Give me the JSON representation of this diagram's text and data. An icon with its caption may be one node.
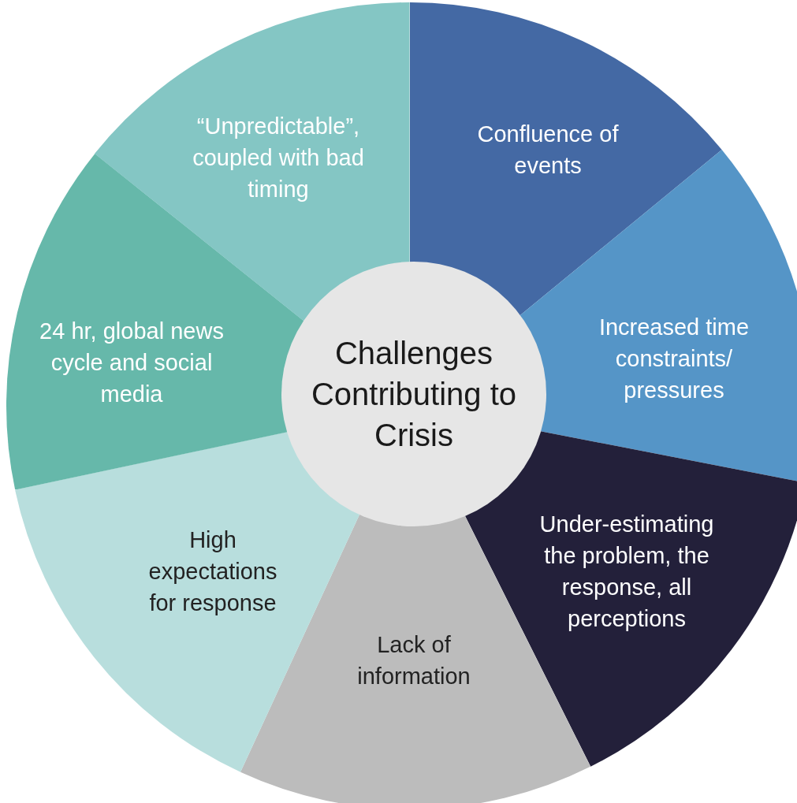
{
  "diagram": {
    "nodes": [
      {
        "text": [
          "Challenges Contributing to Crisis"
        ]
      },
      {
        "text": [
          "Confluence of events"
        ]
      },
      {
        "text": [
          "Increased time constraints/ pressures"
        ]
      },
      {
        "text": [
          "Under-estimating the problem, the response, all perceptions"
        ]
      },
      {
        "text": [
          "Lack of information"
        ]
      },
      {
        "text": [
          "High expectations for response"
        ]
      },
      {
        "text": [
          "24 hr, global news cycle and social media"
        ]
      },
      {
        "text": [
          "“Unpredictable”, coupled with bad timing"
        ]
      }
    ]
  }
}
